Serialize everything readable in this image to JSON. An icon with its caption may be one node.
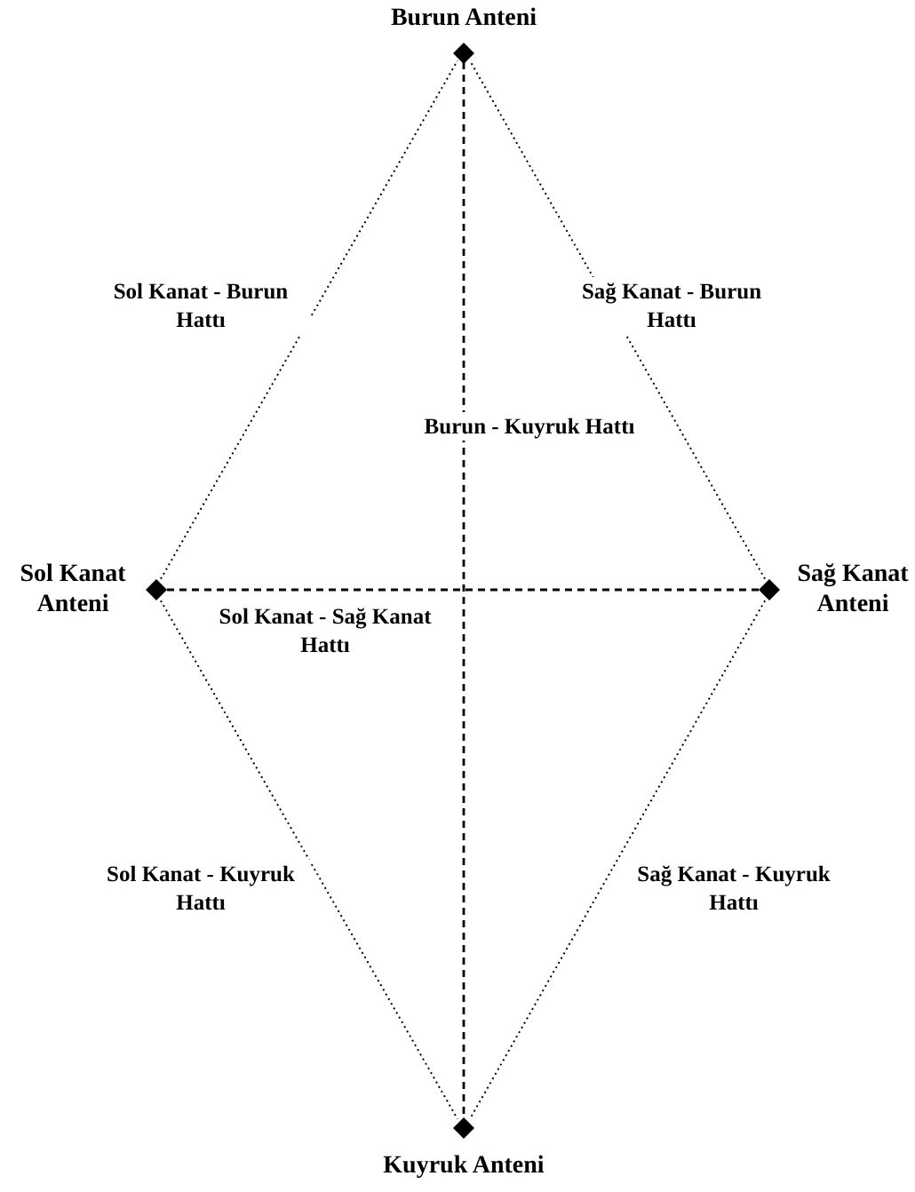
{
  "diagram": {
    "nodes": [
      {
        "text": [
          "Burun Anteni"
        ]
      },
      {
        "text": [
          "Sol Kanat Anteni"
        ]
      },
      {
        "text": [
          "Sağ Kanat Anteni"
        ]
      },
      {
        "text": [
          "Kuyruk Anteni"
        ]
      }
    ],
    "edges": [
      {
        "from": 1,
        "to": 0,
        "arrow": "none",
        "label": "Sol Kanat - Burun Hattı"
      },
      {
        "from": 2,
        "to": 0,
        "arrow": "none",
        "label": "Sağ Kanat - Burun Hattı"
      },
      {
        "from": 0,
        "to": 3,
        "arrow": "none",
        "label": "Burun - Kuyruk Hattı",
        "style": "dashed"
      },
      {
        "from": 1,
        "to": 2,
        "arrow": "none",
        "label": "Sol Kanat - Sağ Kanat Hattı",
        "style": "dashed"
      },
      {
        "from": 1,
        "to": 3,
        "arrow": "none",
        "label": "Sol Kanat - Kuyruk Hattı"
      },
      {
        "from": 2,
        "to": 3,
        "arrow": "none",
        "label": "Sağ Kanat - Kuyruk Hattı"
      }
    ]
  }
}
